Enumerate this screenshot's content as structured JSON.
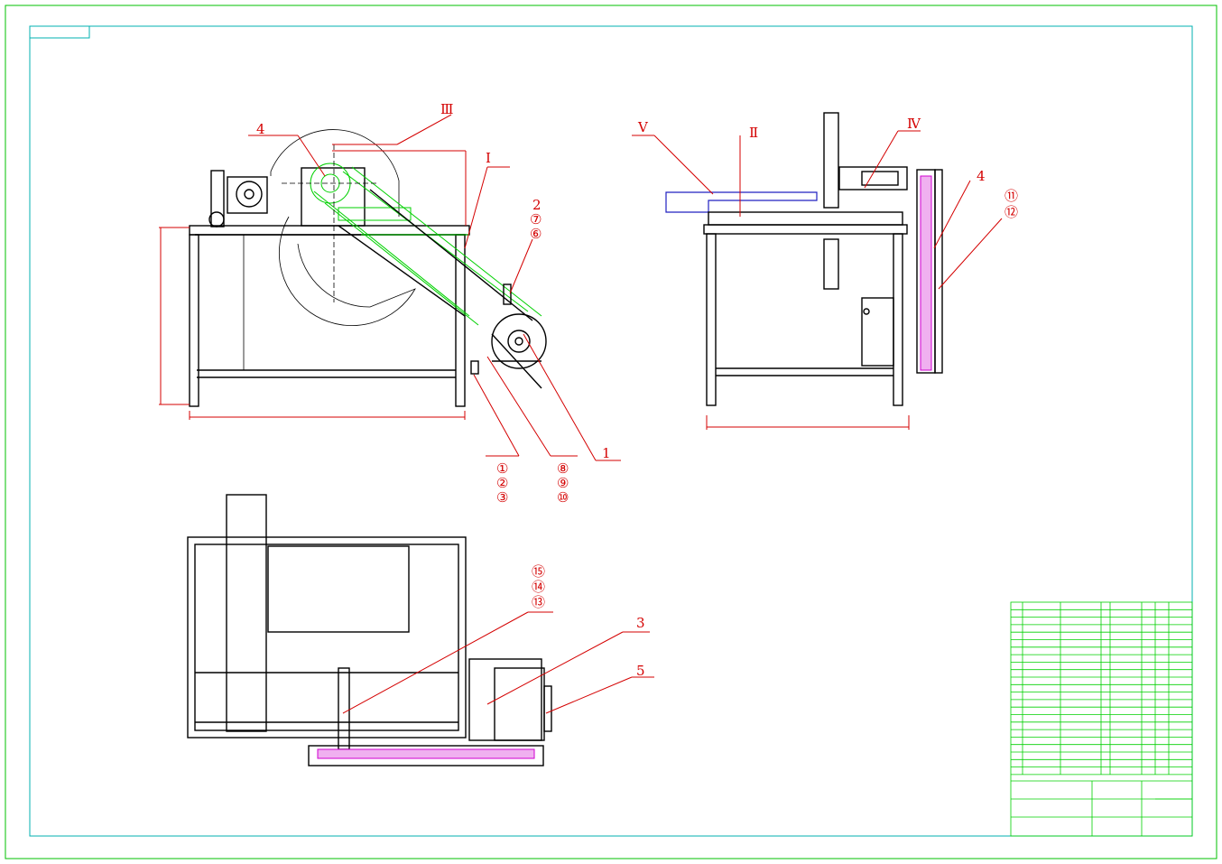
{
  "drawing": {
    "callouts_front": {
      "roman_iii": "Ⅲ",
      "roman_i": "Ⅰ",
      "num_4": "4",
      "num_1": "1",
      "num_2": "2",
      "c7": "⑦",
      "c6": "⑥",
      "c1": "①",
      "c2": "②",
      "c3": "③",
      "c8": "⑧",
      "c9": "⑨",
      "c10": "⑩"
    },
    "callouts_side": {
      "roman_v": "Ⅴ",
      "roman_ii": "Ⅱ",
      "roman_iv": "Ⅳ",
      "num_4": "4",
      "c11": "⑪",
      "c12": "⑫"
    },
    "callouts_top": {
      "c15": "⑮",
      "c14": "⑭",
      "c13": "⑬",
      "num_3": "3",
      "num_5": "5"
    },
    "colors": {
      "outline": "#000000",
      "leader": "#d40000",
      "belt_guard": "#00d000",
      "belt": "#d000d0",
      "table_top": "#2020c0",
      "border": "#00b0b0"
    }
  }
}
